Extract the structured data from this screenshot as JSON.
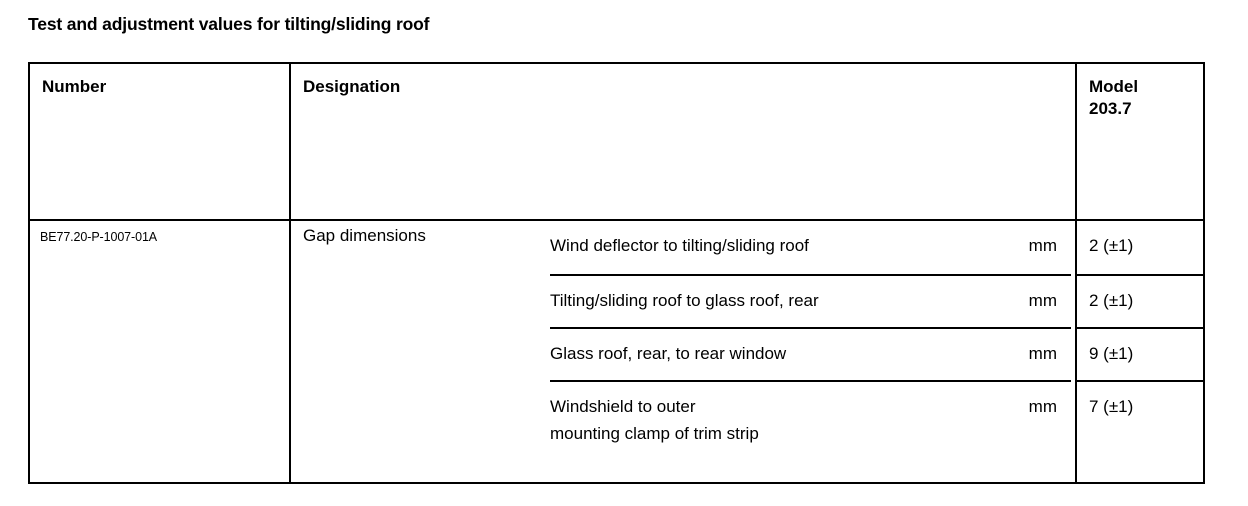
{
  "document": {
    "title": "Test and adjustment values for tilting/sliding roof"
  },
  "table": {
    "headers": {
      "number": "Number",
      "designation": "Designation",
      "model_line1": "Model",
      "model_line2": "203.7"
    },
    "row": {
      "number": "BE77.20-P-1007-01A",
      "designation": "Gap dimensions",
      "measurements": [
        {
          "description": "Wind deflector to tilting/sliding roof",
          "unit": "mm",
          "value": "2 (±1)"
        },
        {
          "description": "Tilting/sliding roof to glass roof, rear",
          "unit": "mm",
          "value": "2 (±1)"
        },
        {
          "description": "Glass roof, rear, to rear window",
          "unit": "mm",
          "value": "9 (±1)"
        },
        {
          "description": "Windshield to outer\nmounting clamp of trim strip",
          "unit": "mm",
          "value": "7 (±1)"
        }
      ]
    }
  }
}
